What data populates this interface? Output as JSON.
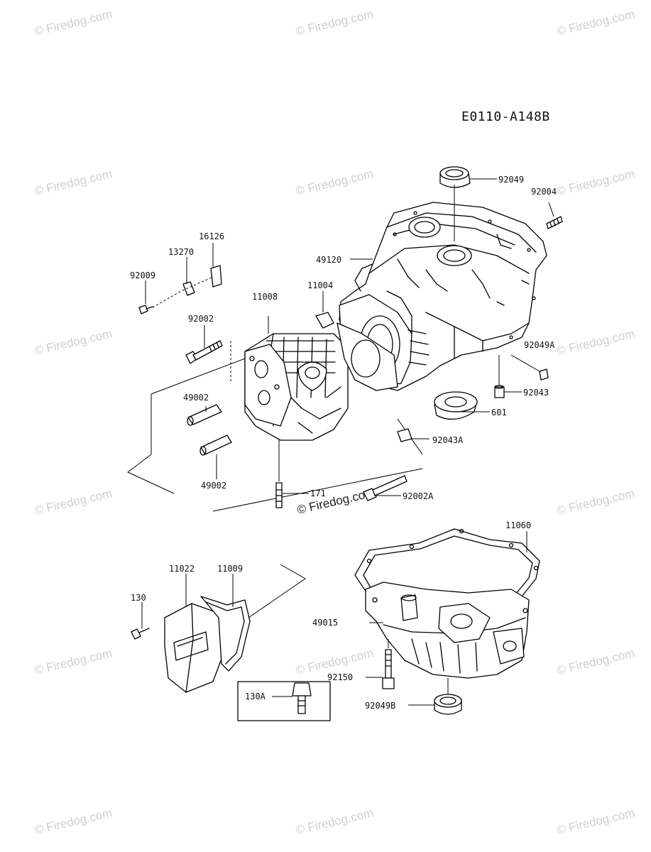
{
  "diagram_code": "E0110-A148B",
  "watermark": "© Firedog.com",
  "parts": [
    {
      "id": "p92049",
      "label": "92049"
    },
    {
      "id": "p92004",
      "label": "92004"
    },
    {
      "id": "p49120",
      "label": "49120"
    },
    {
      "id": "p16126",
      "label": "16126"
    },
    {
      "id": "p13270",
      "label": "13270"
    },
    {
      "id": "p92009",
      "label": "92009"
    },
    {
      "id": "p11008",
      "label": "11008"
    },
    {
      "id": "p11004",
      "label": "11004"
    },
    {
      "id": "p92002",
      "label": "92002"
    },
    {
      "id": "p92049A",
      "label": "92049A"
    },
    {
      "id": "p92043",
      "label": "92043"
    },
    {
      "id": "p49002a",
      "label": "49002"
    },
    {
      "id": "p601",
      "label": "601"
    },
    {
      "id": "p92043A",
      "label": "92043A"
    },
    {
      "id": "p49002b",
      "label": "49002"
    },
    {
      "id": "p171",
      "label": "171"
    },
    {
      "id": "p92002A",
      "label": "92002A"
    },
    {
      "id": "p11060",
      "label": "11060"
    },
    {
      "id": "p11022",
      "label": "11022"
    },
    {
      "id": "p11009",
      "label": "11009"
    },
    {
      "id": "p130",
      "label": "130"
    },
    {
      "id": "p49015",
      "label": "49015"
    },
    {
      "id": "p92150",
      "label": "92150"
    },
    {
      "id": "p130A",
      "label": "130A"
    },
    {
      "id": "p92049B",
      "label": "92049B"
    }
  ]
}
